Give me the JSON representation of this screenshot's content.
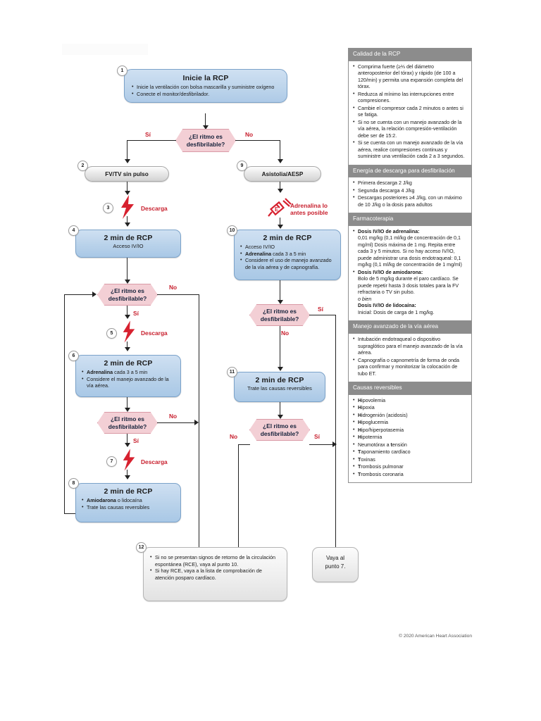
{
  "flow": {
    "step1": {
      "badge": "1",
      "title": "Inicie la RCP",
      "bullets": [
        "Inicie la ventilación con bolsa mascarilla y suministre oxígeno",
        "Conecte el monitor/desfibrilador."
      ]
    },
    "decision1": {
      "line1": "¿El ritmo es",
      "line2": "desfibrilable?",
      "yes": "Sí",
      "no": "No"
    },
    "step2": {
      "badge": "2",
      "label": "FV/TV sin pulso"
    },
    "step9": {
      "badge": "9",
      "label": "Asistolia/AESP"
    },
    "step3": {
      "badge": "3",
      "label": "Descarga"
    },
    "adrenalina_icon_label": {
      "line1": "Adrenalina lo",
      "line2": "antes posible"
    },
    "step4": {
      "badge": "4",
      "title": "2 min de RCP",
      "sub": "Acceso IV/IO"
    },
    "decision2": {
      "line1": "¿El ritmo es",
      "line2": "desfibrilable?",
      "yes": "Sí",
      "no": "No"
    },
    "step5": {
      "badge": "5",
      "label": "Descarga"
    },
    "step6": {
      "badge": "6",
      "title": "2 min de RCP",
      "bullets": [
        {
          "bold": "Adrenalina",
          "rest": " cada 3 a 5 min"
        },
        {
          "bold": "",
          "rest": "Considere el manejo avanzado de la vía aérea."
        }
      ]
    },
    "decision3": {
      "line1": "¿El ritmo es",
      "line2": "desfibrilable?",
      "yes": "Sí",
      "no": "No"
    },
    "step7": {
      "badge": "7",
      "label": "Descarga"
    },
    "step8": {
      "badge": "8",
      "title": "2 min de RCP",
      "bullets": [
        {
          "bold": "Amiodarona",
          "rest": " o lidocaína"
        },
        {
          "bold": "",
          "rest": "Trate las causas reversibles"
        }
      ]
    },
    "step10": {
      "badge": "10",
      "title": "2 min de RCP",
      "bullets": [
        {
          "bold": "",
          "rest": "Acceso IV/IO"
        },
        {
          "bold": "Adrenalina",
          "rest": " cada 3 a 5 min"
        },
        {
          "bold": "",
          "rest": "Considere el uso de manejo avanzado de la vía aérea y de capnografía."
        }
      ]
    },
    "decision4": {
      "line1": "¿El ritmo es",
      "line2": "desfibrilable?",
      "yes": "Sí",
      "no": "No"
    },
    "step11": {
      "badge": "11",
      "title": "2 min de RCP",
      "sub": "Trate las causas reversibles"
    },
    "decision5": {
      "line1": "¿El ritmo es",
      "line2": "desfibrilable?",
      "yes": "Sí",
      "no": "No"
    },
    "step12": {
      "badge": "12",
      "bullets": [
        "Si no se presentan signos de retorno de la circulación espontánea (RCE), vaya al punto 10.",
        "Si hay RCE, vaya a la lista de comprobación de atención posparo cardíaco."
      ]
    },
    "goto7": {
      "line1": "Vaya al",
      "line2": "punto 7."
    }
  },
  "sidebar": {
    "sections": [
      {
        "title": "Calidad de la RCP",
        "items": [
          "Comprima fuerte (≥⅓ del diámetro anteroposterior del tórax) y rápido (de 100 a 120/min) y permita una expansión completa del tórax.",
          "Reduzca al mínimo las interrupciones entre compresiones.",
          "Cambie el compresor cada 2 minutos o antes si se fatiga.",
          "Si no se cuenta con un manejo avanzado de la vía aérea, la relación compresión-ventilación debe ser de 15:2.",
          "Si se cuenta con un manejo avanzado de la vía aérea, realice compresiones continuas y suministre una ventilación cada 2 a 3 segundos."
        ]
      },
      {
        "title": "Energía de descarga para desfibrilación",
        "items": [
          "Primera descarga 2 J/kg",
          "Segunda descarga 4 J/kg",
          "Descargas posteriores ≥4 J/kg, con un máximo de 10 J/kg o la dosis para adultos"
        ]
      },
      {
        "title": "Farmacoterapia",
        "items": [
          "Dosis IV/IO de adrenalina: 0,01 mg/kg (0,1 ml/kg de concentración de 0,1 mg/ml) Dosis máxima de 1 mg. Repita entre cada 3 y 5 minutos. Si no hay acceso IV/IO, puede administrar una dosis endotraqueal: 0,1 mg/kg (0,1 ml/kg de concentración de 1 mg/ml)",
          "Dosis IV/IO de amiodarona: Bolo de 5 mg/kg durante el paro cardíaco. Se puede repetir hasta 3 dosis totales para la FV refractaria o TV sin pulso."
        ],
        "extra": {
          "obien": "o bien",
          "lido_head": "Dosis IV/IO de lidocaína:",
          "lido_body": "Inicial: Dosis de carga de 1 mg/kg."
        }
      },
      {
        "title": "Manejo avanzado de la vía aérea",
        "items": [
          "Intubación endotraqueal o dispositivo supraglótico para el manejo avanzado de la vía aérea.",
          "Capnografía o capnometría de forma de onda para confirmar y monitorizar la colocación de tubo ET."
        ]
      },
      {
        "title": "Causas reversibles",
        "items": [
          "Hipovolemia",
          "Hipoxia",
          "Hidrogenión (acidosis)",
          "Hipoglucemia",
          "Hipo/hiperpotasemia",
          "Hipotermia",
          "Neumotórax a tensión",
          "Taponamiento cardíaco",
          "Toxinas",
          "Trombosis pulmonar",
          "Trombosis coronaria"
        ]
      }
    ]
  },
  "copyright": "© 2020 American Heart Association",
  "colors": {
    "box_blue": "#bcd4eb",
    "decision_pink": "#f3cfd5",
    "accent_red": "#c8202e",
    "section_header_grey": "#8c8c8c"
  }
}
